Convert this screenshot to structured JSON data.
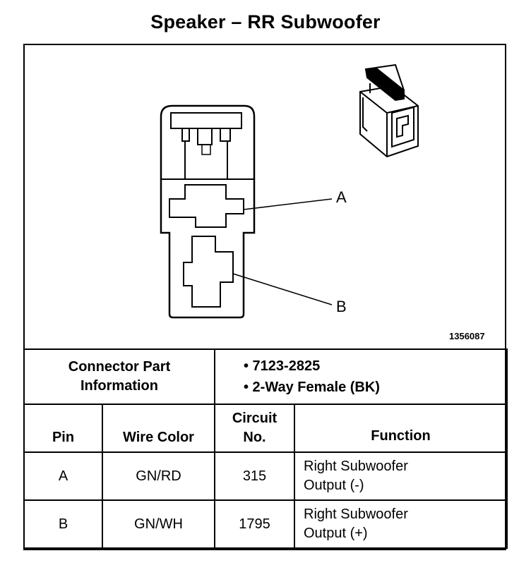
{
  "title": "Speaker – RR Subwoofer",
  "figure_number": "1356087",
  "pin_labels": [
    "A",
    "B"
  ],
  "connector_info": {
    "label_line1": "Connector Part",
    "label_line2": "Information",
    "items": [
      "• 7123-2825",
      "• 2-Way Female (BK)"
    ]
  },
  "table": {
    "headers": {
      "pin": "Pin",
      "wire_color": "Wire Color",
      "circuit_line1": "Circuit",
      "circuit_line2": "No.",
      "function": "Function"
    },
    "rows": [
      {
        "pin": "A",
        "wire_color": "GN/RD",
        "circuit": "315",
        "function_line1": "Right Subwoofer",
        "function_line2": "Output (-)"
      },
      {
        "pin": "B",
        "wire_color": "GN/WH",
        "circuit": "1795",
        "function_line1": "Right Subwoofer",
        "function_line2": "Output (+)"
      }
    ]
  }
}
